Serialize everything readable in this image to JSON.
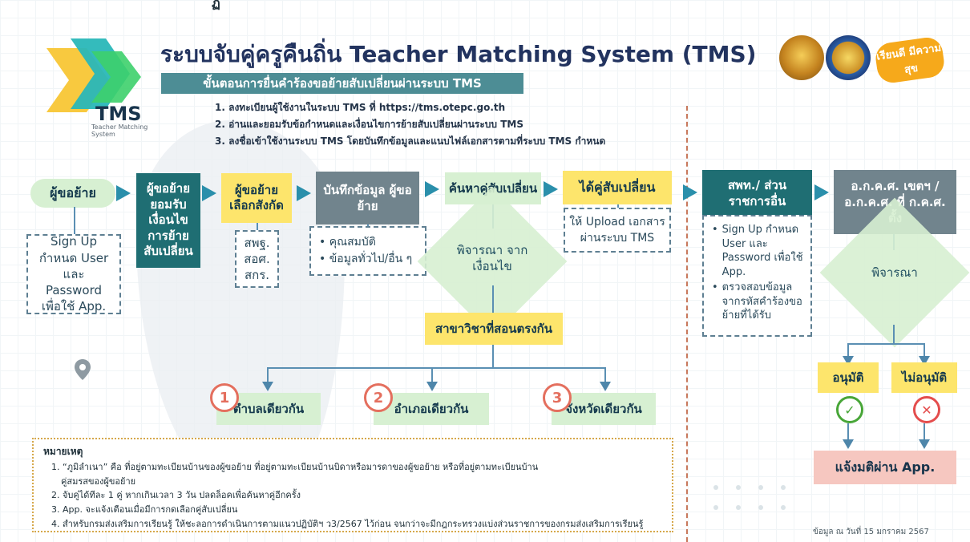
{
  "header": {
    "title": "ระบบจับคู่ครูคืนถิ่น Teacher Matching System (TMS)",
    "subtitle": "ขั้นตอนการยื่นคำร้องขอย้ายสับเปลี่ยนผ่านระบบ TMS",
    "steps": [
      "1. ลงทะเบียนผู้ใช้งานในระบบ TMS ที่ https://tms.otepc.go.th",
      "2. อ่านและยอมรับข้อกำหนดและเงื่อนไขการย้ายสับเปลี่ยนผ่านระบบ TMS",
      "3. ลงชื่อเข้าใช้งานระบบ TMS โดยบันทึกข้อมูลและแนบไฟล์เอกสารตามที่ระบบ TMS กำหนด"
    ]
  },
  "logo": {
    "name": "TMS",
    "tagline": "Teacher Matching System",
    "badge": "เรียนดี มีความสุข"
  },
  "flow": {
    "applicant": "ผู้ขอย้าย",
    "applicant_note": "Sign Up กำหนด User และ Password เพื่อใช้ App.",
    "accept": "ผู้ขอย้าย ยอมรับ เงื่อนไข การย้าย สับเปลี่ยน",
    "choose_affiliation": "ผู้ขอย้าย เลือกสังกัด",
    "affiliations": "สพฐ. สอศ. สกร.",
    "record_data": "บันทึกข้อมูล ผู้ขอย้าย",
    "record_items": [
      "คุณสมบัติ",
      "ข้อมูลทั่วไป/อื่น ๆ"
    ],
    "search_partner": "ค้นหาคู่สับเปลี่ยน",
    "consider_conditions": "พิจารณา จากเงื่อนไข",
    "got_partner": "ได้คู่สับเปลี่ยน",
    "upload_note": "ให้ Upload เอกสาร ผ่านระบบ TMS",
    "same_subject": "สาขาวิชาที่สอนตรงกัน",
    "locations": [
      {
        "num": "1",
        "label": "ตำบลเดียวกัน"
      },
      {
        "num": "2",
        "label": "อำเภอเดียวกัน"
      },
      {
        "num": "3",
        "label": "จังหวัดเดียวกัน"
      }
    ]
  },
  "approval": {
    "office": "สพท./ ส่วนราชการอื่น",
    "office_notes": [
      "Sign Up กำหนด User และ Password เพื่อใช้ App.",
      "ตรวจสอบข้อมูล จากรหัสคำร้องขอ ย้ายที่ได้รับ"
    ],
    "committee": "อ.ก.ค.ศ. เขตฯ / อ.ก.ค.ศ. ที่ ก.ค.ศ. ตั้ง",
    "consider": "พิจารณา",
    "approve": "อนุมัติ",
    "reject": "ไม่อนุมัติ",
    "notify": "แจ้งมติผ่าน App."
  },
  "notes": {
    "title": "หมายเหตุ",
    "lines": [
      "1. “ภูมิลำเนา” คือ ที่อยู่ตามทะเบียนบ้านของผู้ขอย้าย ที่อยู่ตามทะเบียนบ้านบิดาหรือมารดาของผู้ขอย้าย หรือที่อยู่ตามทะเบียนบ้าน",
      "คู่สมรสของผู้ขอย้าย",
      "2. จับคู่ได้ทีละ 1 คู่ หากเกินเวลา 3 วัน ปลดล็อคเพื่อค้นหาคู่อีกครั้ง",
      "3. App. จะแจ้งเตือนเมื่อมีการกดเลือกคู่สับเปลี่ยน",
      "4. สำหรับกรมส่งเสริมการเรียนรู้ ให้ชะลอการดำเนินการตามแนวปฏิบัติฯ ว3/2567 ไว้ก่อน จนกว่าจะมีกฎกระทรวงแบ่งส่วนราชการของกรมส่งเสริมการเรียนรู้"
    ]
  },
  "footer": {
    "date": "ข้อมูล ณ วันที่ 15 มกราคม 2567"
  },
  "top_fragment": "ฏ"
}
